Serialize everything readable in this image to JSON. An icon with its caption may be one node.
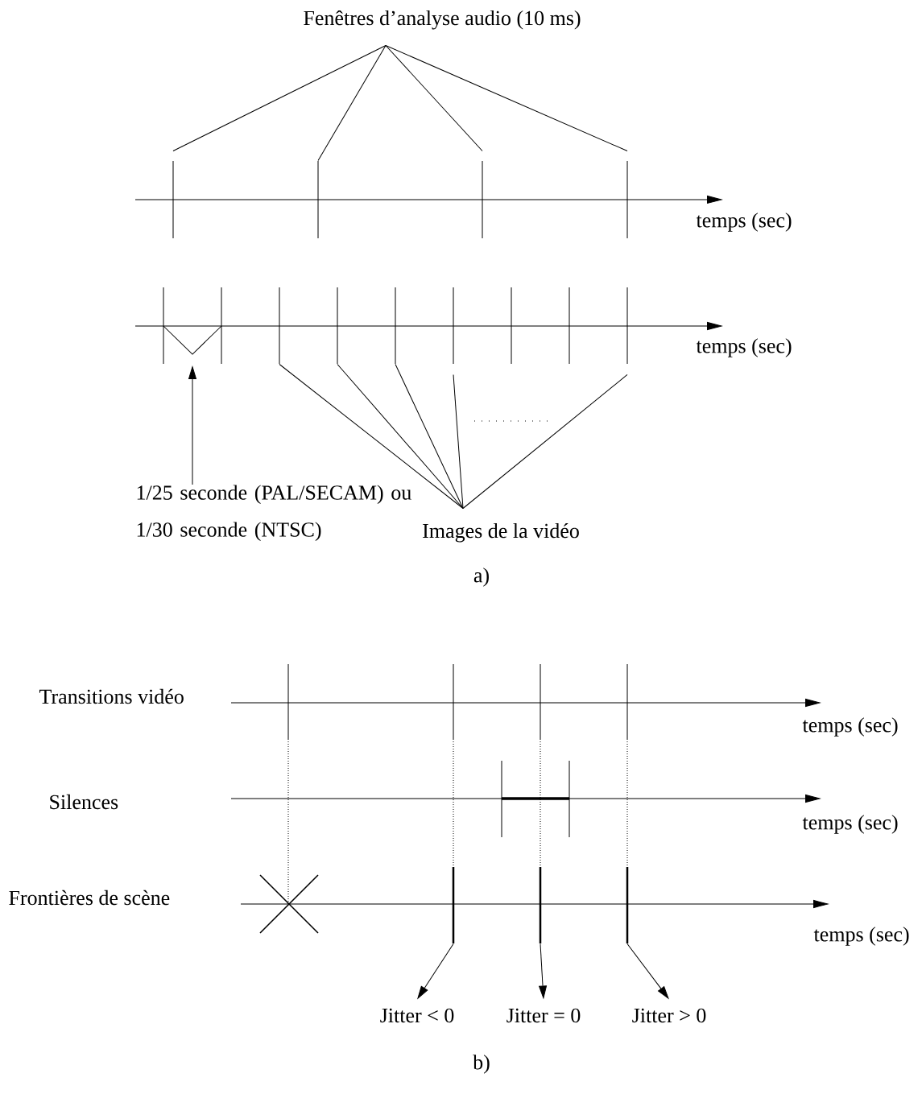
{
  "diagram": {
    "nodes": [
      {
        "text": [
          "Fenêtres d’analyse audio (10 ms)"
        ]
      },
      {
        "text": [],
        "shape": "bar"
      },
      {
        "text": [],
        "shape": "bar"
      },
      {
        "text": [],
        "shape": "bar"
      },
      {
        "text": [],
        "shape": "bar"
      },
      {
        "text": [
          "1/25 seconde (PAL/SECAM) ou 1/30 seconde (NTSC)"
        ]
      },
      {
        "text": [],
        "shape": "bar"
      },
      {
        "text": [],
        "shape": "bar"
      },
      {
        "text": [],
        "shape": "bar"
      },
      {
        "text": [],
        "shape": "bar"
      },
      {
        "text": [],
        "shape": "bar"
      },
      {
        "text": [
          "Images de la vidéo"
        ]
      },
      {
        "text": [],
        "shape": "bar"
      },
      {
        "text": [],
        "shape": "bar"
      },
      {
        "text": [],
        "shape": "bar"
      },
      {
        "text": [
          "Jitter < 0"
        ]
      },
      {
        "text": [
          "Jitter = 0"
        ]
      },
      {
        "text": [
          "Jitter > 0"
        ]
      }
    ],
    "edges": [
      {
        "from": 0,
        "to": 1,
        "arrow": "none"
      },
      {
        "from": 0,
        "to": 2,
        "arrow": "none"
      },
      {
        "from": 0,
        "to": 3,
        "arrow": "none"
      },
      {
        "from": 0,
        "to": 4,
        "arrow": "none"
      },
      {
        "from": 5,
        "to": null,
        "arrow": "to"
      },
      {
        "from": 11,
        "to": 6,
        "arrow": "none"
      },
      {
        "from": 11,
        "to": 7,
        "arrow": "none"
      },
      {
        "from": 11,
        "to": 8,
        "arrow": "none"
      },
      {
        "from": 11,
        "to": 9,
        "arrow": "none"
      },
      {
        "from": 11,
        "to": 10,
        "arrow": "none"
      },
      {
        "from": 12,
        "to": 15,
        "arrow": "to"
      },
      {
        "from": 13,
        "to": 16,
        "arrow": "to"
      },
      {
        "from": 14,
        "to": 17,
        "arrow": "to"
      }
    ],
    "labels": [
      "temps (sec)",
      "temps (sec)",
      "a)",
      "Transitions vidéo",
      "temps (sec)",
      "Silences",
      "temps (sec)",
      "Frontières de scène",
      "temps (sec)",
      "b)"
    ]
  }
}
